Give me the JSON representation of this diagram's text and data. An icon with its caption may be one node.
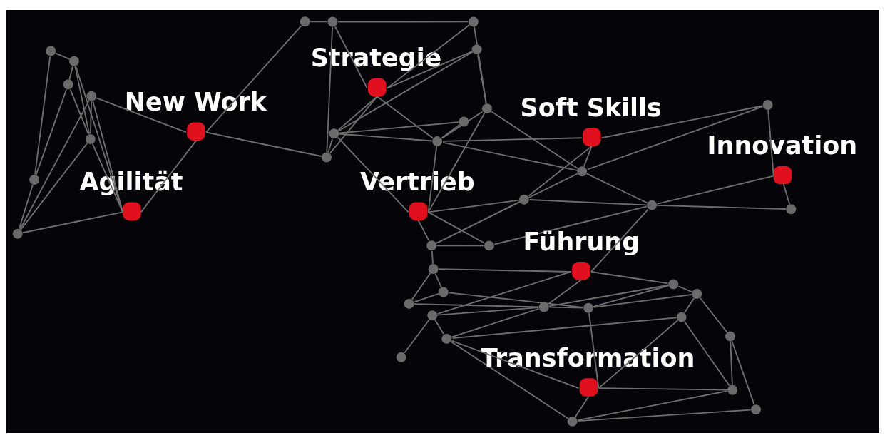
{
  "diagram": {
    "nodes": [
      {
        "text": [],
        "shape": "circle"
      },
      {
        "text": [],
        "shape": "circle"
      },
      {
        "text": [],
        "shape": "circle"
      },
      {
        "text": [],
        "shape": "circle"
      },
      {
        "text": [],
        "shape": "circle"
      },
      {
        "text": [],
        "shape": "circle",
        "beside": [
          "Agilität"
        ]
      },
      {
        "text": [],
        "shape": "circle"
      },
      {
        "text": [],
        "shape": "circle"
      },
      {
        "text": [],
        "shape": "circle",
        "beside": [
          "New Work"
        ]
      },
      {
        "text": [],
        "shape": "circle"
      },
      {
        "text": [],
        "shape": "circle"
      },
      {
        "text": [],
        "shape": "circle"
      },
      {
        "text": [],
        "shape": "circle",
        "beside": [
          "Strategie"
        ]
      },
      {
        "text": [],
        "shape": "circle"
      },
      {
        "text": [],
        "shape": "circle"
      },
      {
        "text": [],
        "shape": "circle"
      },
      {
        "text": [],
        "shape": "circle"
      },
      {
        "text": [],
        "shape": "circle"
      },
      {
        "text": [],
        "shape": "circle"
      },
      {
        "text": [],
        "shape": "circle",
        "beside": [
          "Vertrieb"
        ]
      },
      {
        "text": [],
        "shape": "circle",
        "beside": [
          "Soft Skills"
        ]
      },
      {
        "text": [],
        "shape": "circle"
      },
      {
        "text": [],
        "shape": "circle"
      },
      {
        "text": [],
        "shape": "circle"
      },
      {
        "text": [],
        "shape": "circle"
      },
      {
        "text": [],
        "shape": "circle"
      },
      {
        "text": [],
        "shape": "circle",
        "beside": [
          "Innovation"
        ]
      },
      {
        "text": [],
        "shape": "circle"
      },
      {
        "text": [],
        "shape": "circle"
      },
      {
        "text": [],
        "shape": "circle"
      },
      {
        "text": [],
        "shape": "circle",
        "beside": [
          "Führung"
        ]
      },
      {
        "text": [],
        "shape": "circle"
      },
      {
        "text": [],
        "shape": "circle"
      },
      {
        "text": [],
        "shape": "circle"
      },
      {
        "text": [],
        "shape": "circle"
      },
      {
        "text": [],
        "shape": "circle"
      },
      {
        "text": [],
        "shape": "circle"
      },
      {
        "text": [],
        "shape": "circle"
      },
      {
        "text": [],
        "shape": "circle",
        "beside": [
          "Transformation"
        ]
      },
      {
        "text": [],
        "shape": "circle"
      },
      {
        "text": [],
        "shape": "circle"
      },
      {
        "text": [],
        "shape": "circle"
      },
      {
        "text": [],
        "shape": "circle"
      },
      {
        "text": [],
        "shape": "circle"
      },
      {
        "text": [],
        "shape": "circle"
      },
      {
        "text": [],
        "shape": "circle"
      }
    ],
    "edges": [
      {
        "from": 0,
        "to": 1,
        "arrow": "none"
      },
      {
        "from": 0,
        "to": 4,
        "arrow": "none"
      },
      {
        "from": 1,
        "to": 2,
        "arrow": "none"
      },
      {
        "from": 3,
        "to": 1,
        "arrow": "none"
      },
      {
        "from": 3,
        "to": 4,
        "arrow": "none"
      },
      {
        "from": 3,
        "to": 6,
        "arrow": "none"
      },
      {
        "from": 4,
        "to": 6,
        "arrow": "none"
      },
      {
        "from": 4,
        "to": 5,
        "arrow": "none"
      },
      {
        "from": 5,
        "to": 6,
        "arrow": "none"
      },
      {
        "from": 2,
        "to": 5,
        "arrow": "none"
      },
      {
        "from": 2,
        "to": 7,
        "arrow": "none"
      },
      {
        "from": 2,
        "to": 6,
        "arrow": "none"
      },
      {
        "from": 5,
        "to": 7,
        "arrow": "none"
      },
      {
        "from": 6,
        "to": 7,
        "arrow": "none"
      },
      {
        "from": 5,
        "to": 8,
        "arrow": "none"
      },
      {
        "from": 8,
        "to": 7,
        "arrow": "none"
      },
      {
        "from": 8,
        "to": 9,
        "arrow": "none"
      },
      {
        "from": 8,
        "to": 14,
        "arrow": "none"
      },
      {
        "from": 9,
        "to": 10,
        "arrow": "none"
      },
      {
        "from": 10,
        "to": 14,
        "arrow": "none"
      },
      {
        "from": 10,
        "to": 12,
        "arrow": "none"
      },
      {
        "from": 10,
        "to": 11,
        "arrow": "none"
      },
      {
        "from": 11,
        "to": 12,
        "arrow": "none"
      },
      {
        "from": 11,
        "to": 17,
        "arrow": "none"
      },
      {
        "from": 12,
        "to": 14,
        "arrow": "none"
      },
      {
        "from": 12,
        "to": 15,
        "arrow": "none"
      },
      {
        "from": 12,
        "to": 13,
        "arrow": "none"
      },
      {
        "from": 12,
        "to": 18,
        "arrow": "none"
      },
      {
        "from": 14,
        "to": 15,
        "arrow": "none"
      },
      {
        "from": 15,
        "to": 13,
        "arrow": "none"
      },
      {
        "from": 15,
        "to": 16,
        "arrow": "none"
      },
      {
        "from": 15,
        "to": 19,
        "arrow": "none"
      },
      {
        "from": 15,
        "to": 18,
        "arrow": "none"
      },
      {
        "from": 13,
        "to": 17,
        "arrow": "none"
      },
      {
        "from": 16,
        "to": 18,
        "arrow": "none"
      },
      {
        "from": 17,
        "to": 18,
        "arrow": "none"
      },
      {
        "from": 17,
        "to": 19,
        "arrow": "none"
      },
      {
        "from": 17,
        "to": 22,
        "arrow": "none"
      },
      {
        "from": 18,
        "to": 19,
        "arrow": "none"
      },
      {
        "from": 18,
        "to": 20,
        "arrow": "none"
      },
      {
        "from": 18,
        "to": 22,
        "arrow": "none"
      },
      {
        "from": 19,
        "to": 25,
        "arrow": "none"
      },
      {
        "from": 19,
        "to": 21,
        "arrow": "none"
      },
      {
        "from": 19,
        "to": 23,
        "arrow": "none"
      },
      {
        "from": 21,
        "to": 23,
        "arrow": "none"
      },
      {
        "from": 21,
        "to": 28,
        "arrow": "none"
      },
      {
        "from": 21,
        "to": 20,
        "arrow": "none"
      },
      {
        "from": 23,
        "to": 22,
        "arrow": "none"
      },
      {
        "from": 23,
        "to": 25,
        "arrow": "none"
      },
      {
        "from": 23,
        "to": 32,
        "arrow": "none"
      },
      {
        "from": 22,
        "to": 24,
        "arrow": "none"
      },
      {
        "from": 22,
        "to": 28,
        "arrow": "none"
      },
      {
        "from": 22,
        "to": 20,
        "arrow": "none"
      },
      {
        "from": 25,
        "to": 28,
        "arrow": "none"
      },
      {
        "from": 28,
        "to": 29,
        "arrow": "none"
      },
      {
        "from": 28,
        "to": 26,
        "arrow": "none"
      },
      {
        "from": 26,
        "to": 29,
        "arrow": "none"
      },
      {
        "from": 26,
        "to": 24,
        "arrow": "none"
      },
      {
        "from": 20,
        "to": 24,
        "arrow": "none"
      },
      {
        "from": 28,
        "to": 30,
        "arrow": "none"
      },
      {
        "from": 30,
        "to": 32,
        "arrow": "none"
      },
      {
        "from": 30,
        "to": 31,
        "arrow": "none"
      },
      {
        "from": 30,
        "to": 39,
        "arrow": "none"
      },
      {
        "from": 30,
        "to": 34,
        "arrow": "none"
      },
      {
        "from": 32,
        "to": 40,
        "arrow": "none"
      },
      {
        "from": 32,
        "to": 35,
        "arrow": "none"
      },
      {
        "from": 40,
        "to": 35,
        "arrow": "none"
      },
      {
        "from": 40,
        "to": 41,
        "arrow": "none"
      },
      {
        "from": 35,
        "to": 34,
        "arrow": "none"
      },
      {
        "from": 39,
        "to": 34,
        "arrow": "none"
      },
      {
        "from": 39,
        "to": 44,
        "arrow": "none"
      },
      {
        "from": 39,
        "to": 41,
        "arrow": "none"
      },
      {
        "from": 34,
        "to": 41,
        "arrow": "none"
      },
      {
        "from": 34,
        "to": 31,
        "arrow": "none"
      },
      {
        "from": 34,
        "to": 33,
        "arrow": "none"
      },
      {
        "from": 31,
        "to": 27,
        "arrow": "none"
      },
      {
        "from": 31,
        "to": 33,
        "arrow": "none"
      },
      {
        "from": 33,
        "to": 37,
        "arrow": "none"
      },
      {
        "from": 33,
        "to": 42,
        "arrow": "none"
      },
      {
        "from": 33,
        "to": 38,
        "arrow": "none"
      },
      {
        "from": 38,
        "to": 37,
        "arrow": "none"
      },
      {
        "from": 38,
        "to": 43,
        "arrow": "none"
      },
      {
        "from": 38,
        "to": 41,
        "arrow": "none"
      },
      {
        "from": 38,
        "to": 42,
        "arrow": "none"
      },
      {
        "from": 42,
        "to": 43,
        "arrow": "none"
      },
      {
        "from": 43,
        "to": 45,
        "arrow": "none"
      },
      {
        "from": 43,
        "to": 37,
        "arrow": "none"
      },
      {
        "from": 36,
        "to": 37,
        "arrow": "none"
      },
      {
        "from": 36,
        "to": 45,
        "arrow": "none"
      },
      {
        "from": 44,
        "to": 45,
        "arrow": "none"
      },
      {
        "from": 44,
        "to": 41,
        "arrow": "none"
      },
      {
        "from": 42,
        "to": 44,
        "arrow": "none"
      }
    ]
  }
}
